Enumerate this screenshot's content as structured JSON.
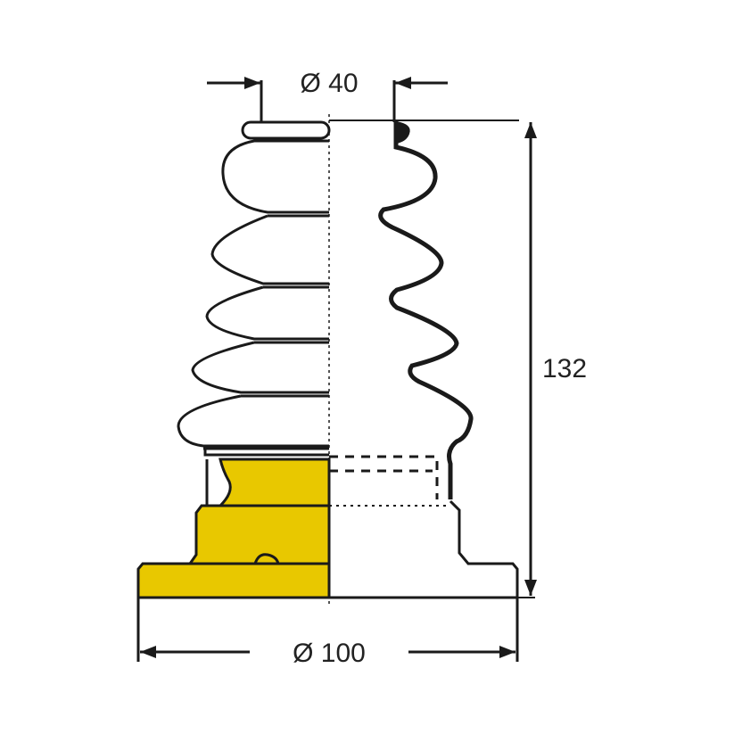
{
  "dimensions": {
    "top_diameter": "Ø 40",
    "height": "132",
    "bottom_diameter": "Ø 100"
  },
  "colors": {
    "fill": "#e8c800",
    "line": "#1a1a1a"
  }
}
